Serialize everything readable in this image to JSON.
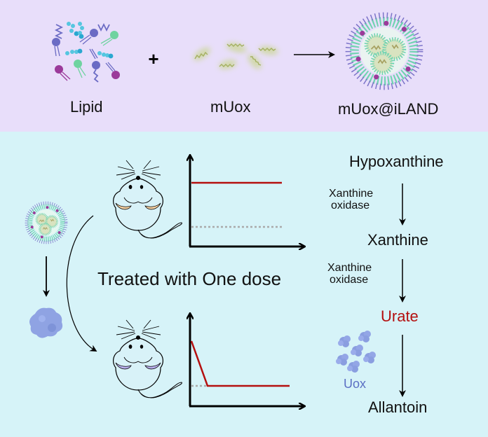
{
  "formulation": {
    "lipid_label": "Lipid",
    "plus_sign": "+",
    "muox_label": "mUox",
    "product_label": "mUox@iLAND"
  },
  "treatment": {
    "label": "Treated with One dose"
  },
  "pathway": {
    "steps": [
      "Hypoxanthine",
      "Xanthine",
      "Urate",
      "Allantoin"
    ],
    "enzymes": [
      {
        "line1": "Xanthine",
        "line2": "oxidase"
      },
      {
        "line1": "Xanthine",
        "line2": "oxidase"
      }
    ],
    "uox_label": "Uox",
    "urate_color": "#b40f0f",
    "uox_color": "#5b6fc4"
  },
  "charts": {
    "top": {
      "level_start": "high",
      "level_end": "high"
    },
    "bottom": {
      "level_start": "high",
      "level_end": "baseline"
    }
  },
  "colors": {
    "top_bg": "#e8defa",
    "bottom_bg": "#d6f3f8",
    "curve": "#b40f0f"
  }
}
